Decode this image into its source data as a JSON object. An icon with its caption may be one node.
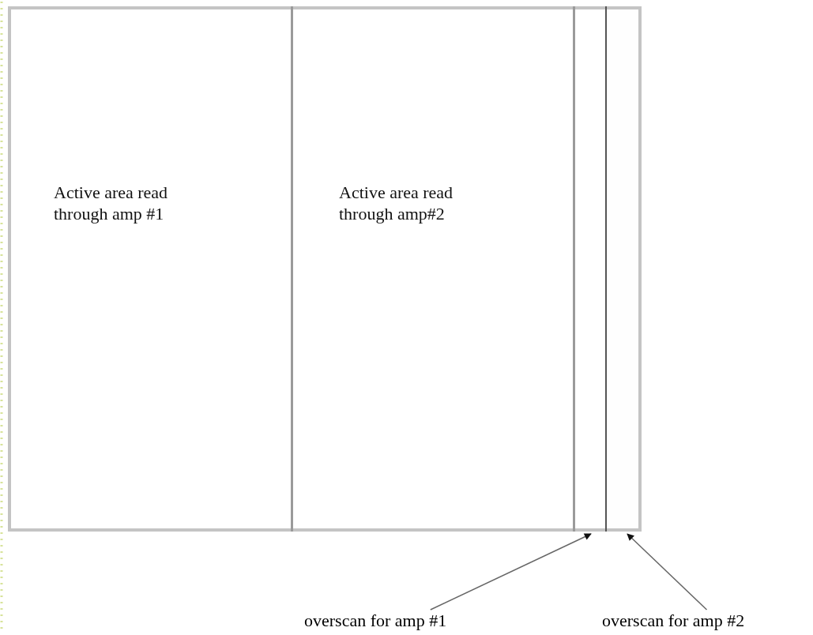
{
  "diagram": {
    "nodes": [
      {
        "text": [],
        "shape": "box"
      },
      {
        "text": [
          "Active area read through amp #1"
        ],
        "in": 0
      },
      {
        "text": [
          "Active area read through amp#2"
        ],
        "in": 0
      },
      {
        "text": [],
        "shape": "box",
        "in": 0
      },
      {
        "text": [],
        "shape": "box",
        "in": 0
      },
      {
        "text": [
          "overscan for amp #1"
        ]
      },
      {
        "text": [
          "overscan for amp #2"
        ]
      }
    ],
    "edges": [
      {
        "from": 5,
        "to": 3,
        "arrow": "to"
      },
      {
        "from": 6,
        "to": 4,
        "arrow": "to"
      }
    ]
  }
}
